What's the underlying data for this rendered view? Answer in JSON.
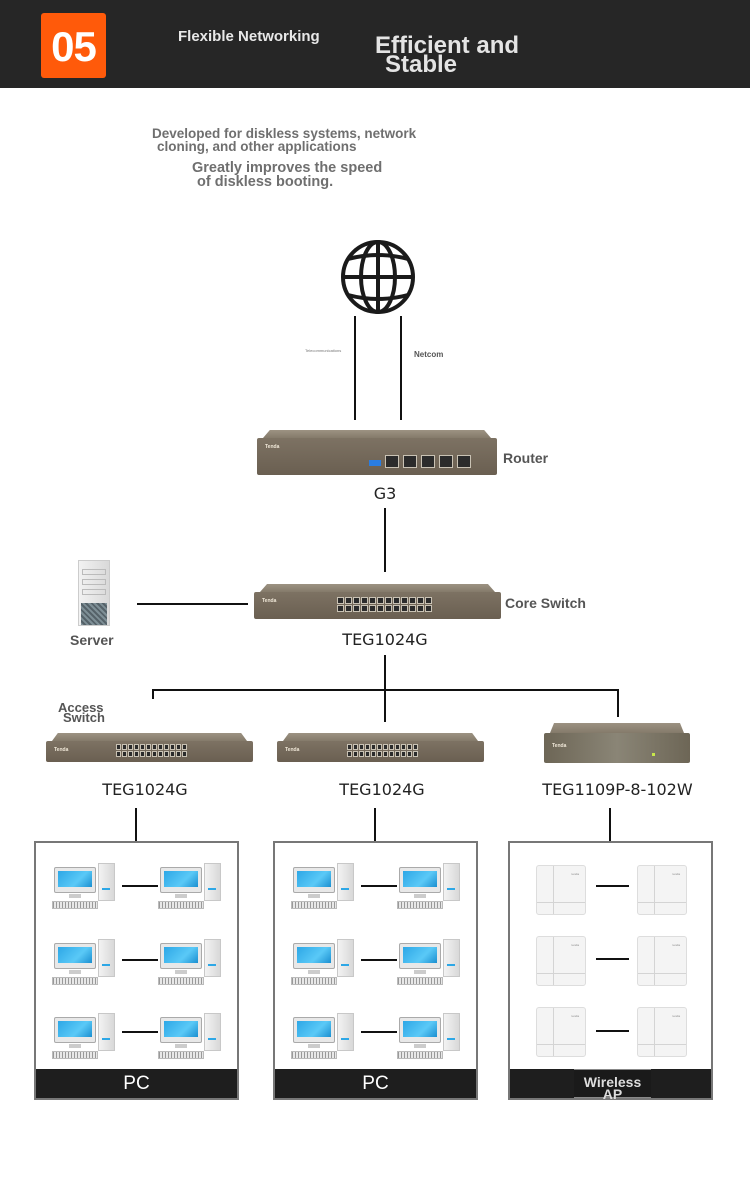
{
  "header": {
    "badge_number": "05",
    "subtitle": "Flexible Networking",
    "title_line1": "Efficient and",
    "title_line2": "Stable",
    "badge_color": "#ff5a0a",
    "background_color": "#262626"
  },
  "intro": {
    "line1": "Developed for diskless systems, network",
    "line2": "cloning, and other applications",
    "line3": "Greatly improves the speed",
    "line4": "of diskless booting."
  },
  "internet": {
    "icon": "globe-icon",
    "link_left_label": "Telecommunications",
    "link_right_label": "Netcom"
  },
  "router": {
    "role": "Router",
    "model": "G3",
    "brand": "Tenda"
  },
  "core_switch": {
    "role": "Core Switch",
    "model": "TEG1024G",
    "brand": "Tenda"
  },
  "server": {
    "label": "Server",
    "icon": "server-icon"
  },
  "access_layer": {
    "role_line1": "Access",
    "role_line2": "Switch",
    "switches": [
      {
        "model": "TEG1024G",
        "brand": "Tenda"
      },
      {
        "model": "TEG1024G",
        "brand": "Tenda"
      },
      {
        "model": "TEG1109P-8-102W",
        "brand": "Tenda"
      }
    ]
  },
  "groups": [
    {
      "label": "PC",
      "icon": "desktop-pc-icon",
      "count": 6
    },
    {
      "label": "PC",
      "icon": "desktop-pc-icon",
      "count": 6
    },
    {
      "label_line1": "Wireless",
      "label_line2": "AP",
      "icon": "wireless-ap-icon",
      "count": 6,
      "ap_brand": "tenda"
    }
  ]
}
